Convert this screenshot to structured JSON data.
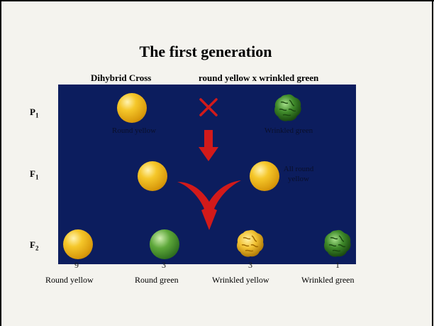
{
  "title": "The first generation",
  "subtitle_left": "Dihybrid Cross",
  "subtitle_right": "round yellow x wrinkled green",
  "generations": {
    "p1": {
      "letter": "P",
      "sub": "1"
    },
    "f1": {
      "letter": "F",
      "sub": "1"
    },
    "f2": {
      "letter": "F",
      "sub": "2"
    }
  },
  "p_labels": {
    "left": "Round yellow",
    "right": "Wrinkled green"
  },
  "f1_label": "All round yellow",
  "cross_symbol": "×",
  "f2": [
    {
      "count": "9",
      "label": "Round yellow"
    },
    {
      "count": "3",
      "label": "Round green"
    },
    {
      "count": "3",
      "label": "Wrinkled yellow"
    },
    {
      "count": "1",
      "label": "Wrinkled green"
    }
  ],
  "colors": {
    "panel": "#0c1d5e",
    "arrow": "#d21a1a",
    "yellow_pea": "#f5c72a",
    "green_pea": "#3f8a2a"
  }
}
